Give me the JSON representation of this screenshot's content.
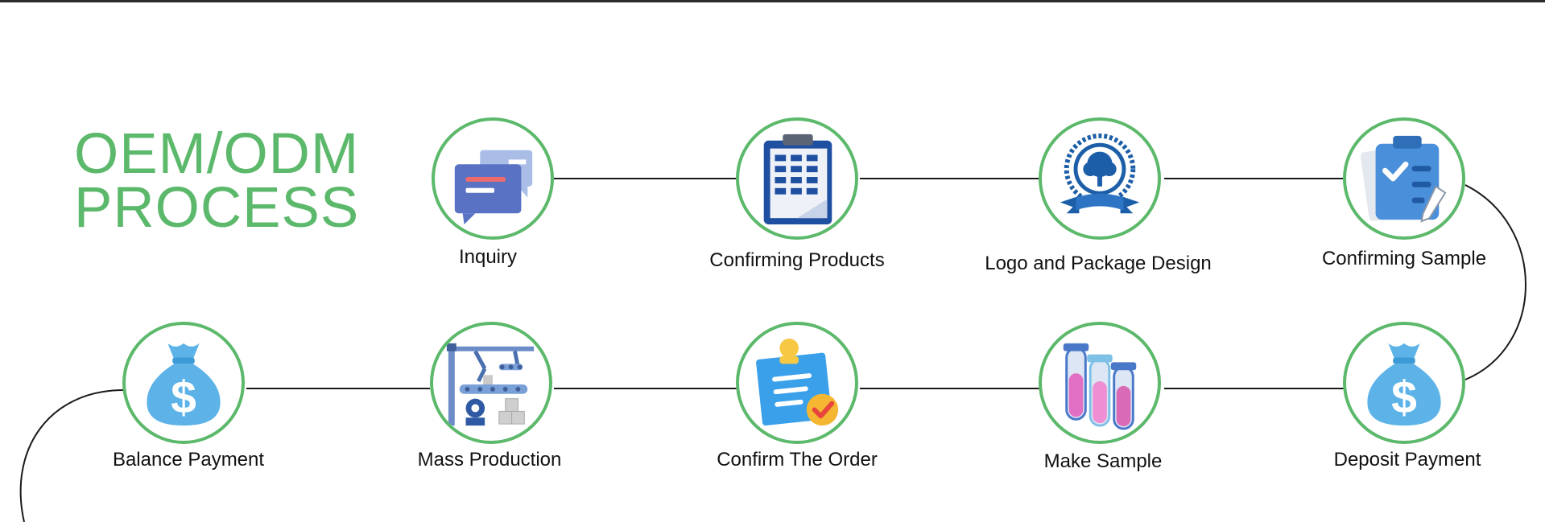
{
  "title": {
    "line1": "OEM/ODM",
    "line2": "PROCESS"
  },
  "colors": {
    "accent": "#5cb96b",
    "icon_blue": "#4a8fd9",
    "line": "#1a1a1a"
  },
  "steps": [
    {
      "label": "Inquiry",
      "icon": "chat-bubbles-icon"
    },
    {
      "label": "Confirming Products",
      "icon": "clipboard-list-icon"
    },
    {
      "label": "Logo and Package Design",
      "icon": "tree-badge-icon"
    },
    {
      "label": "Confirming Sample",
      "icon": "clipboard-check-icon"
    },
    {
      "label": "Deposit Payment",
      "icon": "money-bag-icon"
    },
    {
      "label": "Make Sample",
      "icon": "test-tubes-icon"
    },
    {
      "label": "Confirm The Order",
      "icon": "pinned-note-check-icon"
    },
    {
      "label": "Mass Production",
      "icon": "factory-robot-arm-icon"
    },
    {
      "label": "Balance Payment",
      "icon": "money-bag-icon"
    }
  ]
}
